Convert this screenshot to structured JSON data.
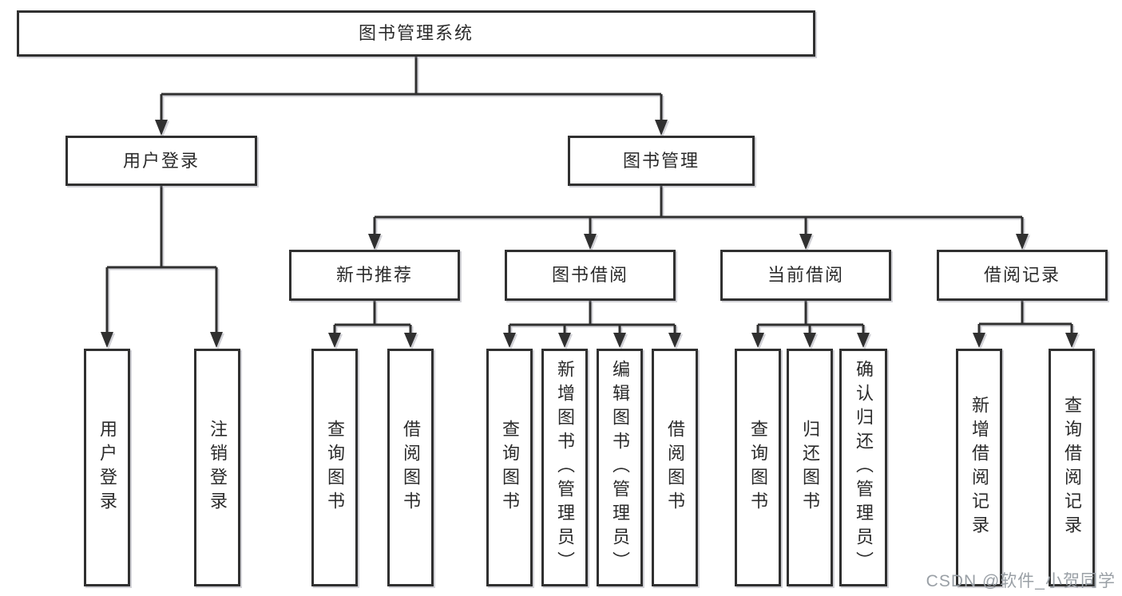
{
  "colors": {
    "background": "#ffffff",
    "line": "#303030",
    "box_fill": "#ffffff",
    "text": "#2b2b2b",
    "watermark": "#9aa0a6"
  },
  "tree": {
    "label": "图书管理系统",
    "children": [
      {
        "label": "用户登录",
        "children": [
          {
            "label": "用户登录"
          },
          {
            "label": "注销登录"
          }
        ]
      },
      {
        "label": "图书管理",
        "children": [
          {
            "label": "新书推荐",
            "children": [
              {
                "label": "查询图书"
              },
              {
                "label": "借阅图书"
              }
            ]
          },
          {
            "label": "图书借阅",
            "children": [
              {
                "label": "查询图书"
              },
              {
                "label": "新增图书（管理员）"
              },
              {
                "label": "编辑图书（管理员）"
              },
              {
                "label": "借阅图书"
              }
            ]
          },
          {
            "label": "当前借阅",
            "children": [
              {
                "label": "查询图书"
              },
              {
                "label": "归还图书"
              },
              {
                "label": "确认归还（管理员）"
              }
            ]
          },
          {
            "label": "借阅记录",
            "children": [
              {
                "label": "新增借阅记录"
              },
              {
                "label": "查询借阅记录"
              }
            ]
          }
        ]
      }
    ]
  },
  "watermark": {
    "text": "CSDN @软件_小贺同学"
  }
}
